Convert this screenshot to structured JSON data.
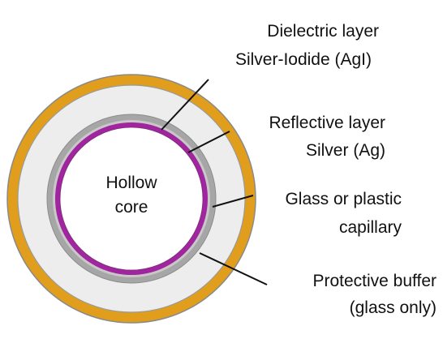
{
  "diagram": {
    "core_label": {
      "line1": "Hollow",
      "line2": "core"
    },
    "callouts": {
      "dielectric": {
        "line1": "Dielectric layer",
        "line2": "Silver-Iodide (AgI)"
      },
      "reflective": {
        "line1": "Reflective layer",
        "line2": "Silver (Ag)"
      },
      "capillary": {
        "line1": "Glass or plastic",
        "line2": "capillary"
      },
      "buffer": {
        "line1": "Protective buffer",
        "line2": "(glass only)"
      }
    },
    "colors": {
      "buffer": "#E09E1C",
      "buffer_edge": "#8A8A8A",
      "capillary": "#EDEDED",
      "reflective": "#A6A6A6",
      "dielectric": "#A0259E",
      "core": "#FFFFFF",
      "leader": "#111111"
    }
  }
}
